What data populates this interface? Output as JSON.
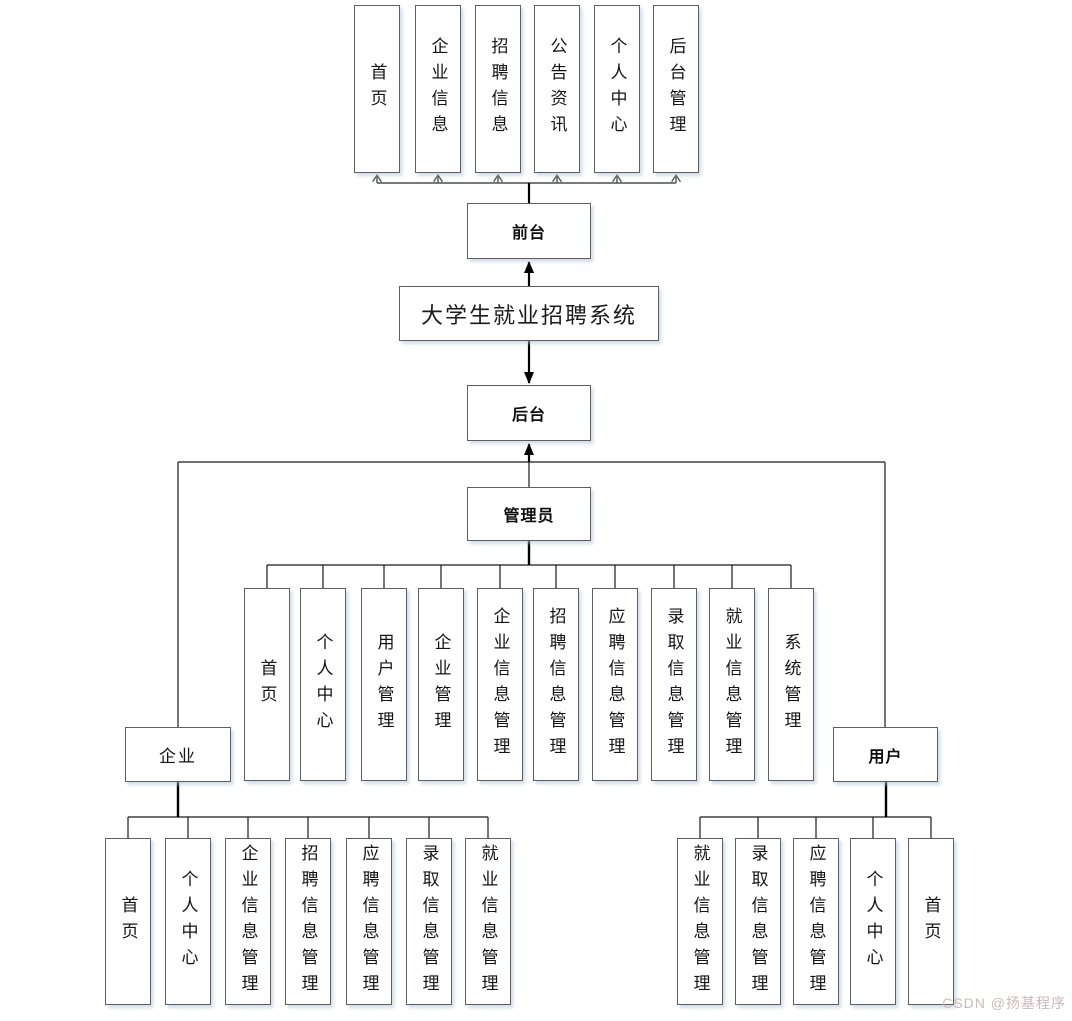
{
  "title": "大学生就业招聘系统",
  "front": {
    "label": "前台",
    "items": [
      "首页",
      "企业信息",
      "招聘信息",
      "公告资讯",
      "个人中心",
      "后台管理"
    ]
  },
  "back": {
    "label": "后台"
  },
  "admin": {
    "label": "管理员",
    "items": [
      "首页",
      "个人中心",
      "用户管理",
      "企业管理",
      "企业信息管理",
      "招聘信息管理",
      "应聘信息管理",
      "录取信息管理",
      "就业信息管理",
      "系统管理"
    ]
  },
  "enterprise": {
    "label": "企业",
    "items": [
      "首页",
      "个人中心",
      "企业信息管理",
      "招聘信息管理",
      "应聘信息管理",
      "录取信息管理",
      "就业信息管理"
    ]
  },
  "user": {
    "label": "用户",
    "items": [
      "就业信息管理",
      "录取信息管理",
      "应聘信息管理",
      "个人中心",
      "首页"
    ]
  },
  "watermark": "CSDN @扬基程序",
  "colors": {
    "box_border": "#5f5f5f",
    "box_shadow": "#b0c4d8",
    "connector_thin": "#1a1a1a",
    "connector_thick": "#000000",
    "open_arrow": "#4f4f4f",
    "watermark": "#cdb8b9"
  }
}
